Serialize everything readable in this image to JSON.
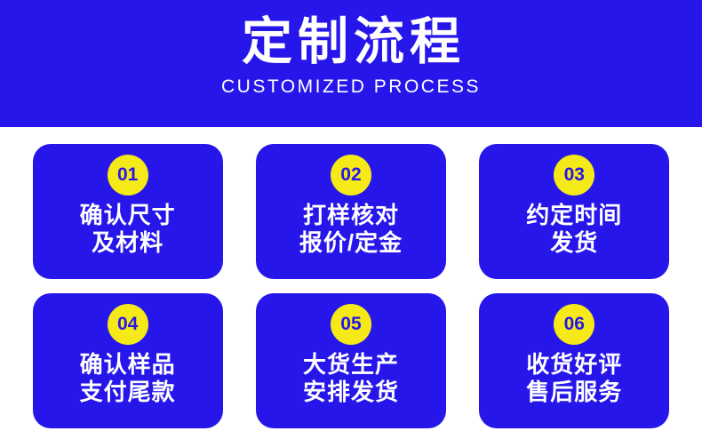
{
  "header": {
    "title": "定制流程",
    "subtitle": "CUSTOMIZED PROCESS",
    "background_color": "#2616ea",
    "text_color": "#ffffff"
  },
  "theme": {
    "card_color": "#2616ea",
    "badge_color": "#f5ea17",
    "badge_text_color": "#2616ea",
    "page_background": "#ffffff"
  },
  "steps": [
    {
      "number": "01",
      "text": "确认尺寸\n及材料"
    },
    {
      "number": "02",
      "text": "打样核对\n报价/定金"
    },
    {
      "number": "03",
      "text": "约定时间\n发货"
    },
    {
      "number": "04",
      "text": "确认样品\n支付尾款"
    },
    {
      "number": "05",
      "text": "大货生产\n安排发货"
    },
    {
      "number": "06",
      "text": "收货好评\n售后服务"
    }
  ]
}
